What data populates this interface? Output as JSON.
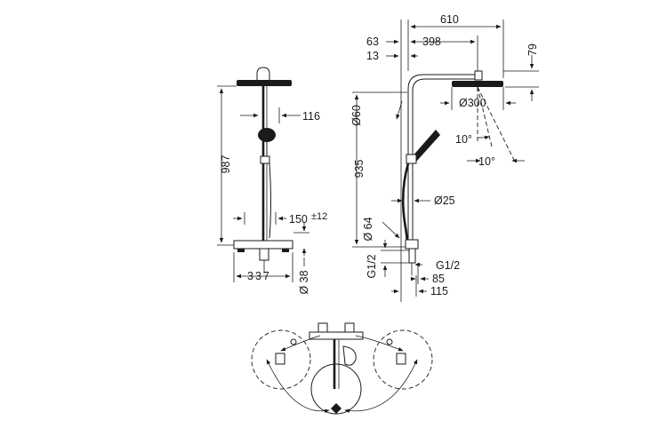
{
  "front_view": {
    "total_height": "987",
    "head_offset": "116",
    "spacing": "150",
    "spacing_tolerance": "±12",
    "mixer_width": "337",
    "connection_diameter": "Ø 38"
  },
  "side_view": {
    "arm_length": "610",
    "wall_offset": "63",
    "arm_offset": "398",
    "riser_offset": "13",
    "head_drop": "79",
    "riser_diameter": "Ø60",
    "head_diameter": "Ø300",
    "head_tilt_1": "10°",
    "head_tilt_2": "10°",
    "riser_height": "935",
    "hose_diameter": "Ø25",
    "mixer_diameter": "Ø 64",
    "thread_left": "G1/2",
    "thread_right": "G1/2",
    "mixer_depth_1": "85",
    "mixer_depth_2": "115"
  },
  "colors": {
    "line": "#1a1a1a",
    "background": "#ffffff"
  }
}
